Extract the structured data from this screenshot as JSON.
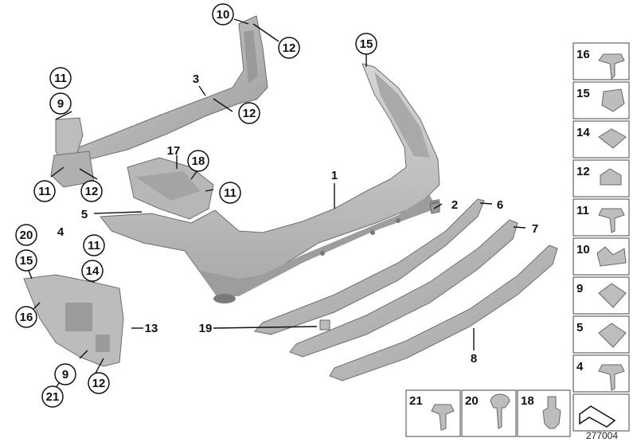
{
  "diagram": {
    "diagram_id": "277004",
    "callouts": [
      "10",
      "12",
      "15",
      "11",
      "3",
      "9",
      "12",
      "11",
      "12",
      "17",
      "18",
      "11",
      "1",
      "2",
      "6",
      "5",
      "4",
      "7",
      "20",
      "11",
      "15",
      "14",
      "16",
      "13",
      "19",
      "8",
      "9",
      "12",
      "21"
    ],
    "side_panel": [
      "16",
      "15",
      "14",
      "12",
      "11",
      "10",
      "9",
      "5",
      "4"
    ],
    "bottom_panel": [
      "21",
      "20",
      "18"
    ],
    "colors": {
      "part_fill": "#c4c4c4",
      "part_shade": "#9a9a9a",
      "outline": "#6e6e6e",
      "line": "#111111"
    }
  }
}
